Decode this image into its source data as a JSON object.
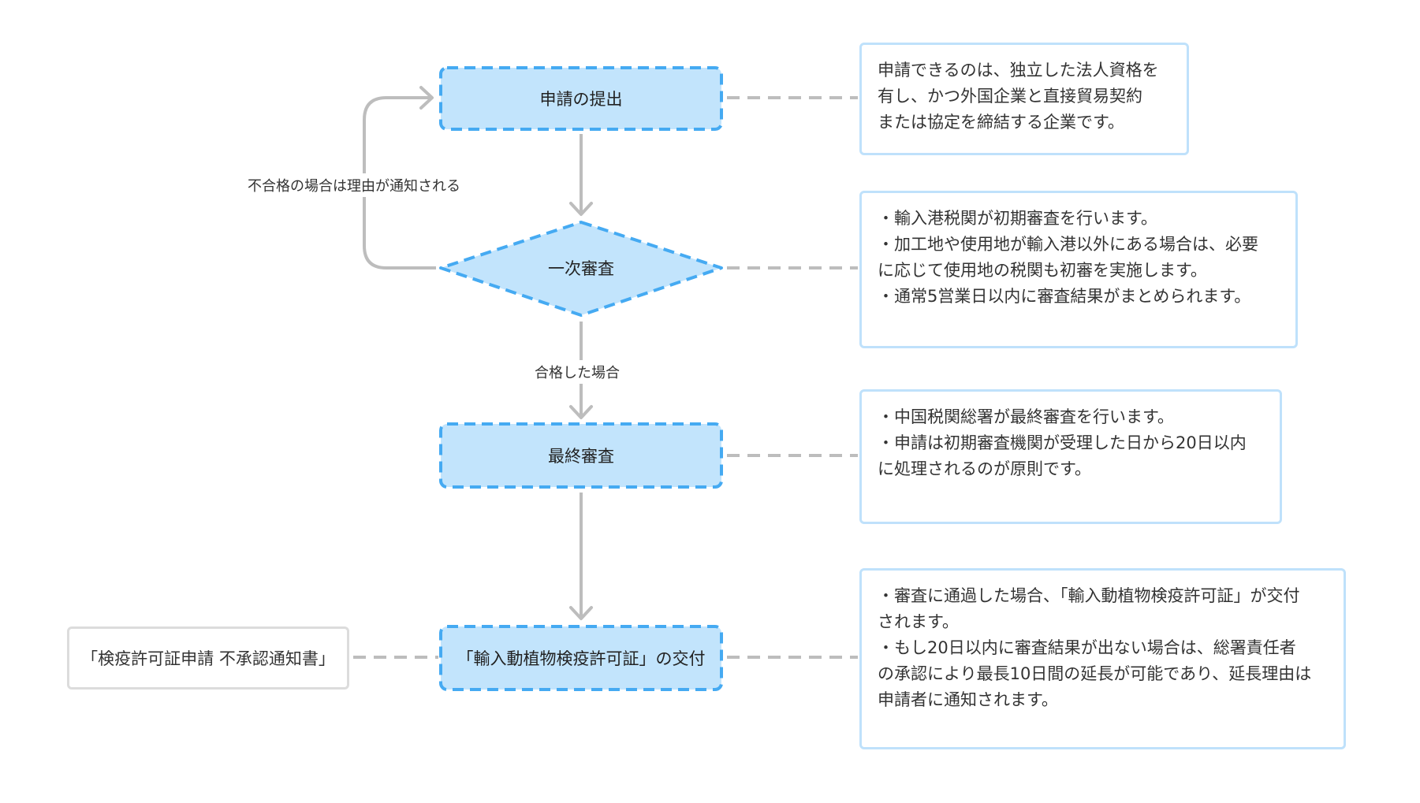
{
  "nodes": {
    "submit": {
      "label": "申請の提出",
      "shape": "rect"
    },
    "first_review": {
      "label": "一次審査",
      "shape": "diamond"
    },
    "final_review": {
      "label": "最終審査",
      "shape": "rect"
    },
    "issue": {
      "label": "「輸入動植物検疫許可証」の交付",
      "shape": "rect"
    },
    "reject": {
      "label": "「検疫許可証申請 不承認通知書」",
      "shape": "rect"
    }
  },
  "edges": {
    "fail_label": "不合格の場合は理由が通知される",
    "pass_label": "合格した場合"
  },
  "notes": {
    "submit": [
      "申請できるのは、独立した法人資格を",
      "有し、かつ外国企業と直接貿易契約",
      "または協定を締結する企業です。"
    ],
    "first_review": [
      "・輸入港税関が初期審査を行います。",
      "・加工地や使用地が輸入港以外にある場合は、必要",
      "に応じて使用地の税関も初審を実施します。",
      "・通常5営業日以内に審査結果がまとめられます。"
    ],
    "final_review": [
      "・中国税関総署が最終審査を行います。",
      "・申請は初期審査機関が受理した日から20日以内",
      "に処理されるのが原則です。"
    ],
    "issue": [
      "・審査に通過した場合、「輸入動植物検疫許可証」が交付",
      "されます。",
      "・もし20日以内に審査結果が出ない場合は、総署責任者",
      "の承認により最長10日間の延長が可能であり、延長理由は",
      "申請者に通知されます。"
    ]
  },
  "colors": {
    "node_fill": "#c2e4fc",
    "node_border": "#45aaf2",
    "note_border": "#bfe1fb",
    "connector": "#bdbdbd",
    "reject_border": "#dcdcdc"
  }
}
